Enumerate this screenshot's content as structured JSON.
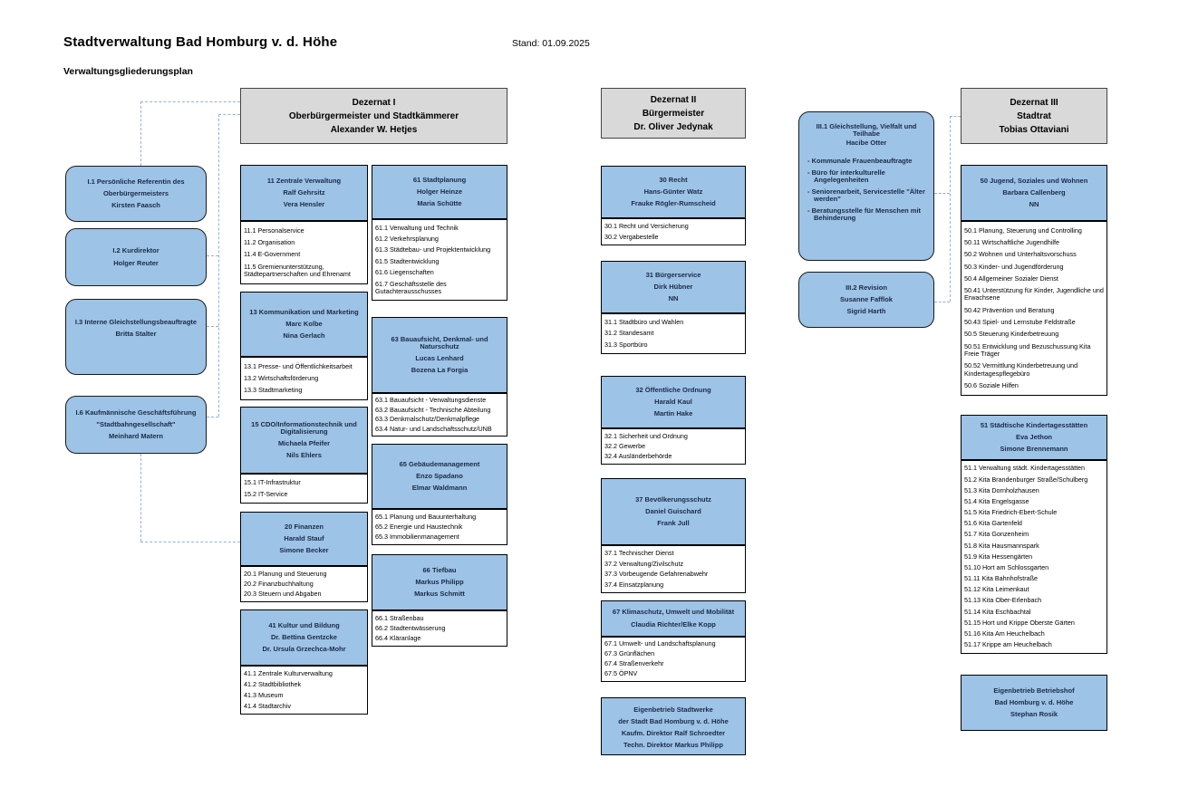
{
  "header": {
    "title": "Stadtverwaltung Bad Homburg v. d. Höhe",
    "stand": "Stand: 01.09.2025",
    "subtitle": "Verwaltungsgliederungsplan"
  },
  "colors": {
    "box_blue": "#9dc3e6",
    "box_gray": "#d9d9d9",
    "connector_blue": "#8eb4e3"
  },
  "dezernate": {
    "d1": {
      "lines": [
        "Dezernat I",
        "Oberbürgermeister und Stadtkämmerer",
        "Alexander W. Hetjes"
      ]
    },
    "d2": {
      "lines": [
        "Dezernat II",
        "Bürgermeister",
        "Dr. Oliver Jedynak"
      ]
    },
    "d3": {
      "lines": [
        "Dezernat III",
        "Stadtrat",
        "Tobias Ottaviani"
      ]
    }
  },
  "left_col": {
    "i1": {
      "lines": [
        "I.1 Persönliche Referentin des",
        "Oberbürgermeisters",
        "Kirsten Faasch"
      ]
    },
    "i2": {
      "lines": [
        "I.2 Kurdirektor",
        "Holger Reuter"
      ]
    },
    "i3": {
      "lines": [
        "I.3 Interne Gleichstellungsbeauftragte",
        "Britta Stalter"
      ]
    },
    "i6": {
      "lines": [
        "I.6 Kaufmännische Geschäftsführung",
        "\"Stadtbahngesellschaft\"",
        "Meinhard Matern"
      ]
    }
  },
  "col_a": {
    "u11": {
      "head": [
        "11 Zentrale Verwaltung",
        "Ralf Gehrsitz",
        "Vera Hensler"
      ],
      "items": [
        "11.1 Personalservice",
        "11.2 Organisation",
        "11.4 E-Government",
        "11.5 Gremienunterstützung, Städtepartnerschaften und Ehrenamt"
      ]
    },
    "u13": {
      "head": [
        "13  Kommunikation und Marketing",
        "Marc Kolbe",
        "Nina Gerlach"
      ],
      "items": [
        "13.1 Presse- und Öffentlichkeitsarbeit",
        "13.2 Wirtschaftsförderung",
        "13.3 Stadtmarketing"
      ]
    },
    "u15": {
      "head": [
        "15 CDO/Informationstechnik und Digitalisierung",
        "Michaela Pfeifer",
        "Nils Ehlers"
      ],
      "items": [
        "15.1 IT-Infrastruktur",
        "15.2 IT-Service"
      ]
    },
    "u20": {
      "head": [
        "20 Finanzen",
        "Harald Stauf",
        "Simone Becker"
      ],
      "items": [
        "20.1 Planung und Steuerung",
        "20.2 Finanzbuchhaltung",
        "20.3 Steuern und Abgaben"
      ]
    },
    "u41": {
      "head": [
        "41 Kultur und Bildung",
        "Dr. Bettina Gentzcke",
        "Dr. Ursula Grzechca-Mohr"
      ],
      "items": [
        "41.1 Zentrale Kulturverwaltung",
        "41.2 Stadtbibliothek",
        "41.3 Museum",
        "41.4 Stadtarchiv"
      ]
    }
  },
  "col_b": {
    "u61": {
      "head": [
        "61 Stadtplanung",
        "Holger Heinze",
        "Maria Schütte"
      ],
      "items": [
        "61.1 Verwaltung und Technik",
        "61.2 Verkehrsplanung",
        "61.3 Städtebau- und Projektentwicklung",
        "61.5 Stadtentwicklung",
        "61.6 Liegenschaften",
        "61.7 Geschäftsstelle des Gutachterausschusses"
      ]
    },
    "u63": {
      "head": [
        "63 Bauaufsicht, Denkmal- und Naturschutz",
        "Lucas Lenhard",
        "Bozena La Forgia"
      ],
      "items": [
        "63.1 Bauaufsicht - Verwaltungsdienste",
        "63.2 Bauaufsicht - Technische Abteilung",
        "63.3 Denkmalschutz/Denkmalpflege",
        "63.4 Natur- und Landschaftsschutz/UNB"
      ]
    },
    "u65": {
      "head": [
        "65 Gebäudemanagement",
        "Enzo Spadano",
        "Elmar Waldmann"
      ],
      "items": [
        "65.1 Planung und Bauunterhaltung",
        "65.2 Energie und Haustechnik",
        "65.3 Immobilienmanagement"
      ]
    },
    "u66": {
      "head": [
        "66 Tiefbau",
        "Markus Philipp",
        "Markus Schmitt"
      ],
      "items": [
        "66.1 Straßenbau",
        "66.2 Stadtentwässerung",
        "66.4 Kläranlage"
      ]
    }
  },
  "col_c": {
    "u30": {
      "head": [
        "30 Recht",
        "Hans-Günter Watz",
        "Frauke Rögler-Rumscheid"
      ],
      "items": [
        "30.1 Recht und Versicherung",
        "30.2 Vergabestelle"
      ]
    },
    "u31": {
      "head": [
        "31 Bürgerservice",
        "Dirk Hübner",
        "NN"
      ],
      "items": [
        "31.1 Stadtbüro und Wahlen",
        "31.2 Standesamt",
        "31.3 Sportbüro"
      ]
    },
    "u32": {
      "head": [
        "32 Öffentliche Ordnung",
        "Harald Kaul",
        "Martin Hake"
      ],
      "items": [
        "32.1 Sicherheit und Ordnung",
        "32.2 Gewerbe",
        "32.4 Ausländerbehörde"
      ]
    },
    "u37": {
      "head": [
        "37 Bevölkerungsschutz",
        "Daniel Guischard",
        "Frank Jull"
      ],
      "items": [
        "37.1 Technischer Dienst",
        "37.2 Verwaltung/Zivilschutz",
        "37.3 Vorbeugende Gefahrenabwehr",
        "37.4 Einsatzplanung"
      ]
    },
    "u67": {
      "head": [
        "67 Klimaschutz, Umwelt und Mobilität",
        "Claudia Richter/Elke Kopp"
      ],
      "items": [
        "67.1 Umwelt- und Landschaftsplanung",
        "67.3 Grünflächen",
        "67.4 Straßenverkehr",
        "67.5 ÖPNV"
      ]
    },
    "stadtwerke": {
      "head": [
        "Eigenbetrieb Stadtwerke",
        "der Stadt Bad Homburg v. d. Höhe",
        "Kaufm. Direktor Ralf Schroedter",
        "Techn. Direktor Markus Philipp"
      ]
    }
  },
  "iii_col": {
    "iii1": {
      "head": [
        "III.1 Gleichstellung, Vielfalt und Teilhabe",
        "Hacibe Otter"
      ],
      "bullets": [
        "- Kommunale Frauenbeauftragte",
        "- Büro für interkulturelle Angelegenheiten",
        "- Seniorenarbeit, Servicestelle \"Älter werden\"",
        "- Beratungsstelle für Menschen mit Behinderung"
      ]
    },
    "iii2": {
      "lines": [
        "III.2 Revision",
        "Susanne Fafflok",
        "Sigrid Harth"
      ]
    }
  },
  "col_d": {
    "u50": {
      "head": [
        "50 Jugend, Soziales und Wohnen",
        "Barbara Callenberg",
        "NN"
      ],
      "items": [
        "50.1 Planung, Steuerung und Controlling",
        "50.11 Wirtschaftliche Jugendhilfe",
        "50.2 Wohnen und Unterhaltsvorschuss",
        "50.3 Kinder- und Jugendförderung",
        "50.4 Allgemeiner Sozialer Dienst",
        "50.41 Unterstützung für Kinder, Jugendliche und Erwachsene",
        "50.42 Prävention und Beratung",
        "50.43 Spiel- und Lernstube Feldstraße",
        "50.5 Steuerung Kinderbetreuung",
        "50.51 Entwicklung und Bezuschussung Kita Freie Träger",
        "50.52 Vermittlung Kinderbetreuung und Kindertagespflegebüro",
        "50.6 Soziale Hilfen"
      ]
    },
    "u51": {
      "head": [
        "51 Städtische Kindertagesstätten",
        "Eva Jethon",
        "Simone Brennemann"
      ],
      "items": [
        "51.1 Verwaltung städt. Kindertagesstätten",
        "51.2 Kita Brandenburger Straße/Schulberg",
        "51.3 Kita Dornholzhausen",
        "51.4 Kita Engelsgasse",
        "51.5 Kita Friedrich-Ebert-Schule",
        "51.6 Kita Gartenfeld",
        "51.7 Kita Gonzenheim",
        "51.8 Kita Hausmannspark",
        "51.9 Kita Hessengärten",
        "51.10 Hort am Schlossgarten",
        "51.11 Kita Bahnhofstraße",
        "51.12 Kita Leimenkaut",
        "51.13 Kita Ober-Erlenbach",
        "51.14 Kita Eschbachtal",
        "51.15 Hort und Krippe Oberste Gärten",
        "51.16 Kita Am Heuchelbach",
        "51.17 Krippe am Heuchelbach"
      ]
    },
    "betriebshof": {
      "head": [
        "Eigenbetrieb  Betriebshof",
        "Bad Homburg v.  d. Höhe",
        "Stephan Rosik"
      ]
    }
  }
}
